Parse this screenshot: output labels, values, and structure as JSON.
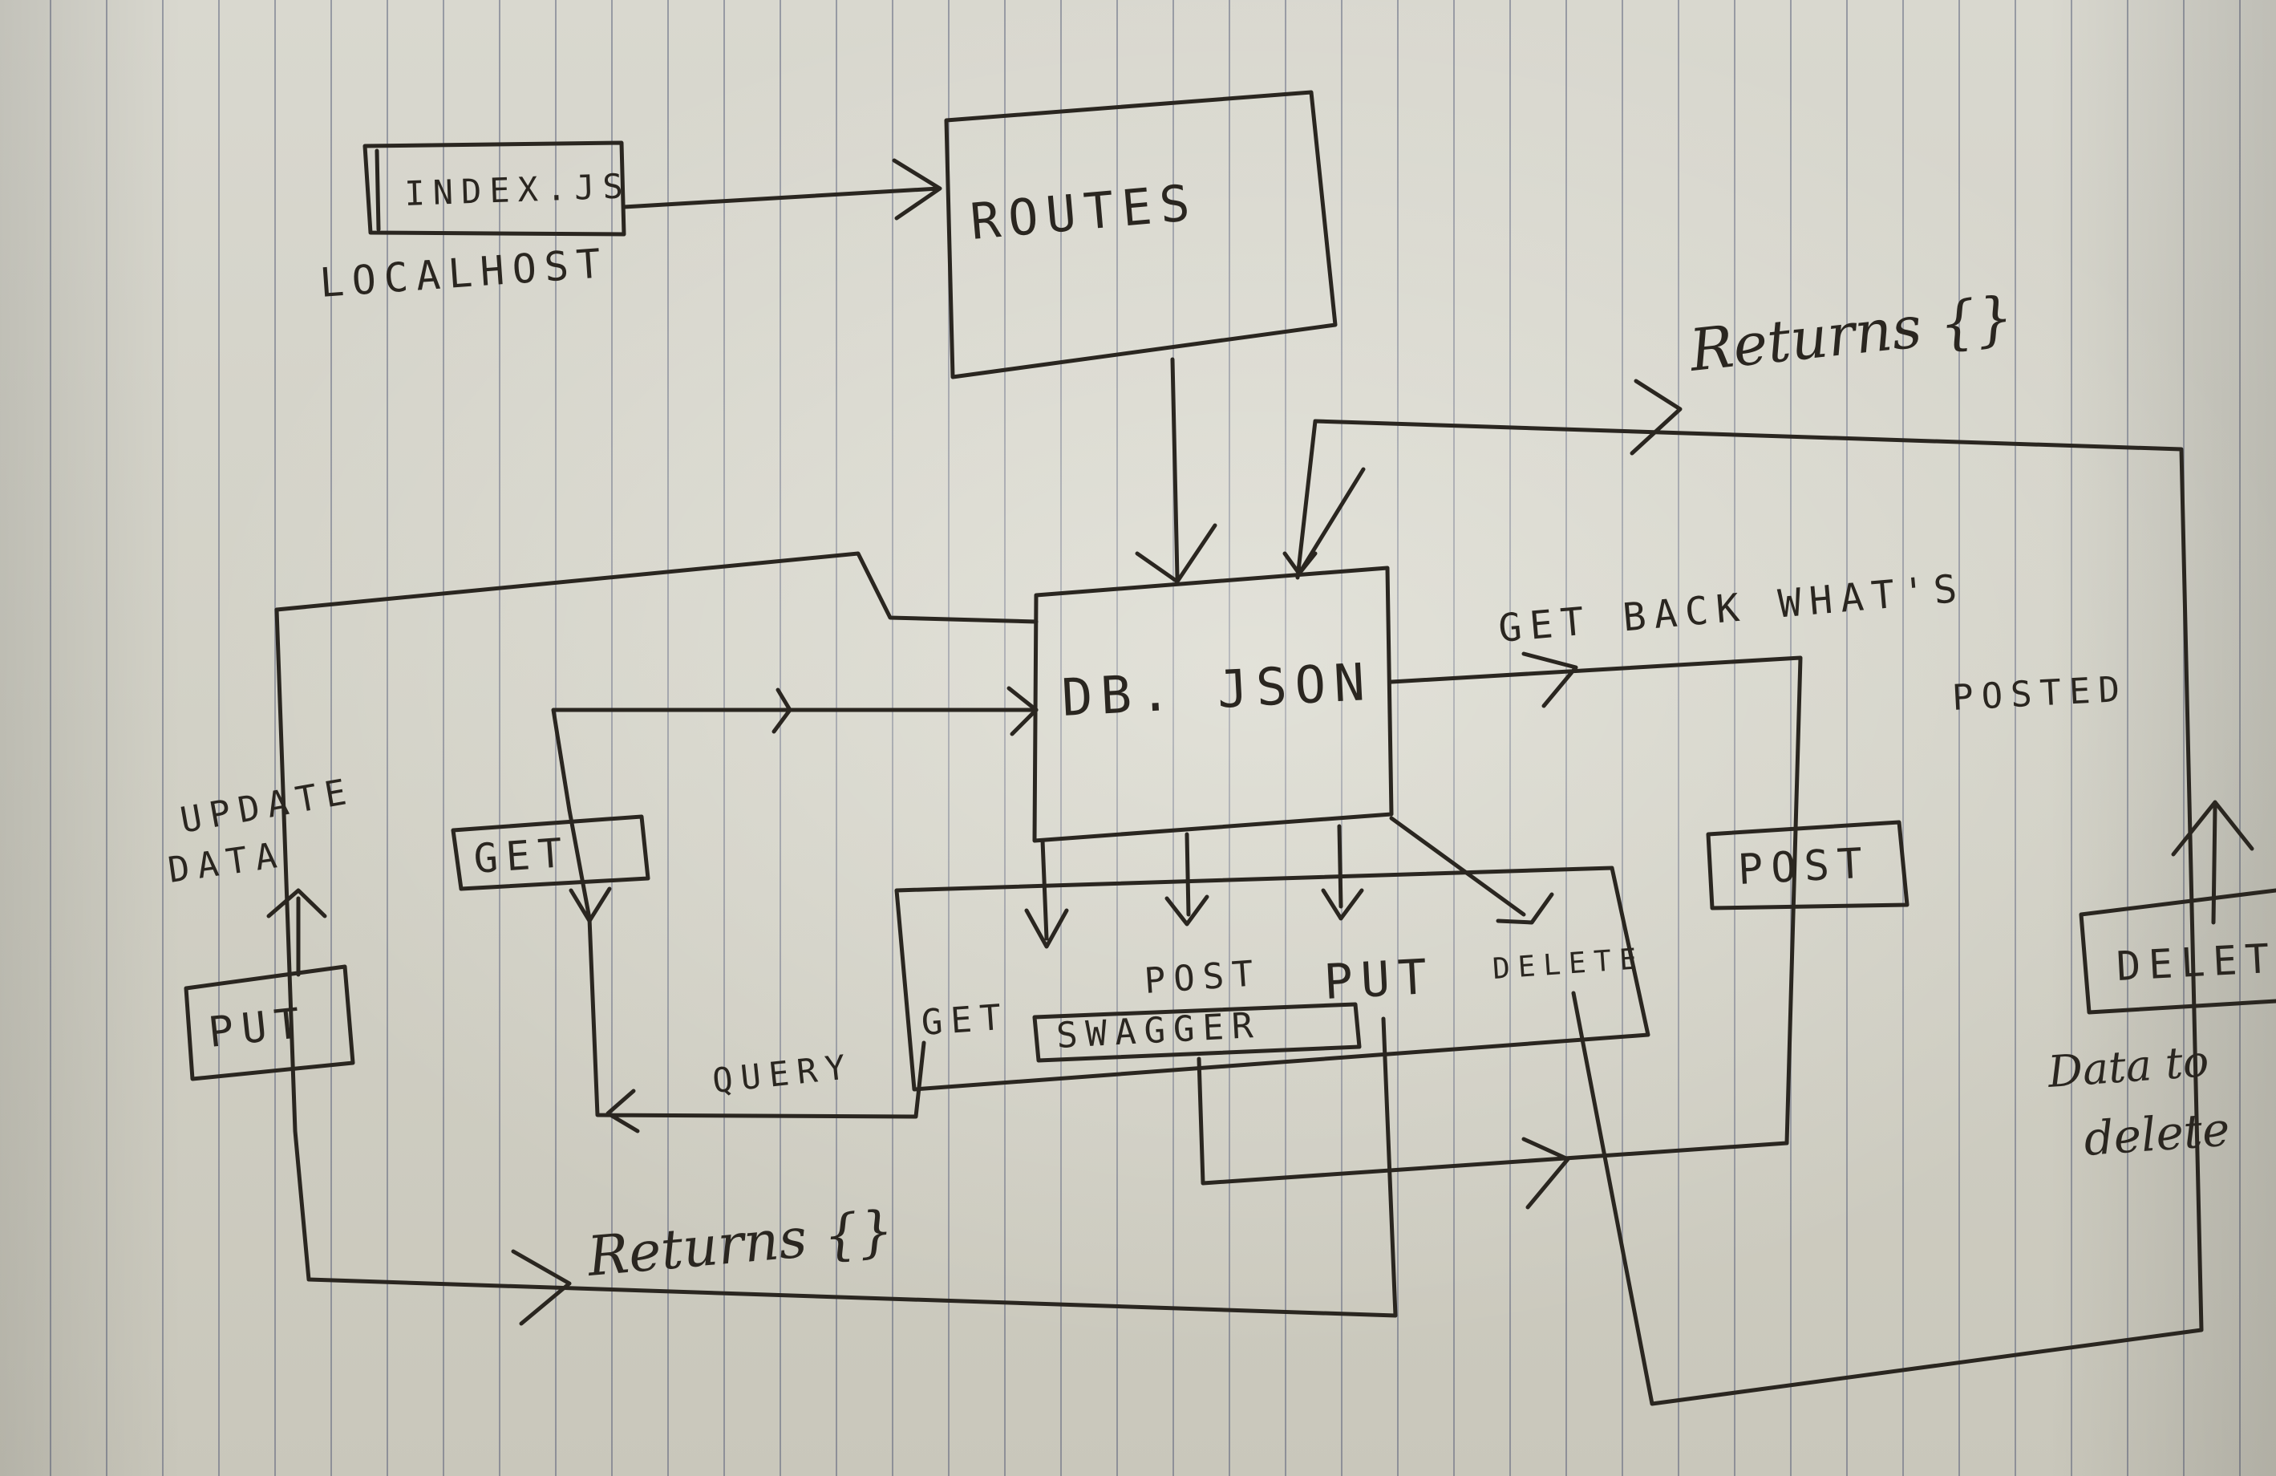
{
  "nodes": {
    "index_js": "INDEX.JS",
    "localhost": "LOCALHOST",
    "routes": "ROUTES",
    "db_json": "DB. JSON",
    "swagger": "SWAGGER",
    "get_box": "GET",
    "post_box": "POST",
    "put_box": "PUT",
    "delete_box": "DELETE"
  },
  "swagger_methods": {
    "get": "GET",
    "post": "POST",
    "put": "PUT",
    "delete": "DELETE"
  },
  "annotations": {
    "returns_top": "Returns {}",
    "returns_bottom": "Returns {}",
    "get_back_line1": "GET BACK WHAT'S",
    "get_back_line2": "POSTED",
    "update_line1": "UPDATE",
    "update_line2": "DATA",
    "query": "QUERY",
    "data_line1": "Data to",
    "data_line2": "delete"
  }
}
